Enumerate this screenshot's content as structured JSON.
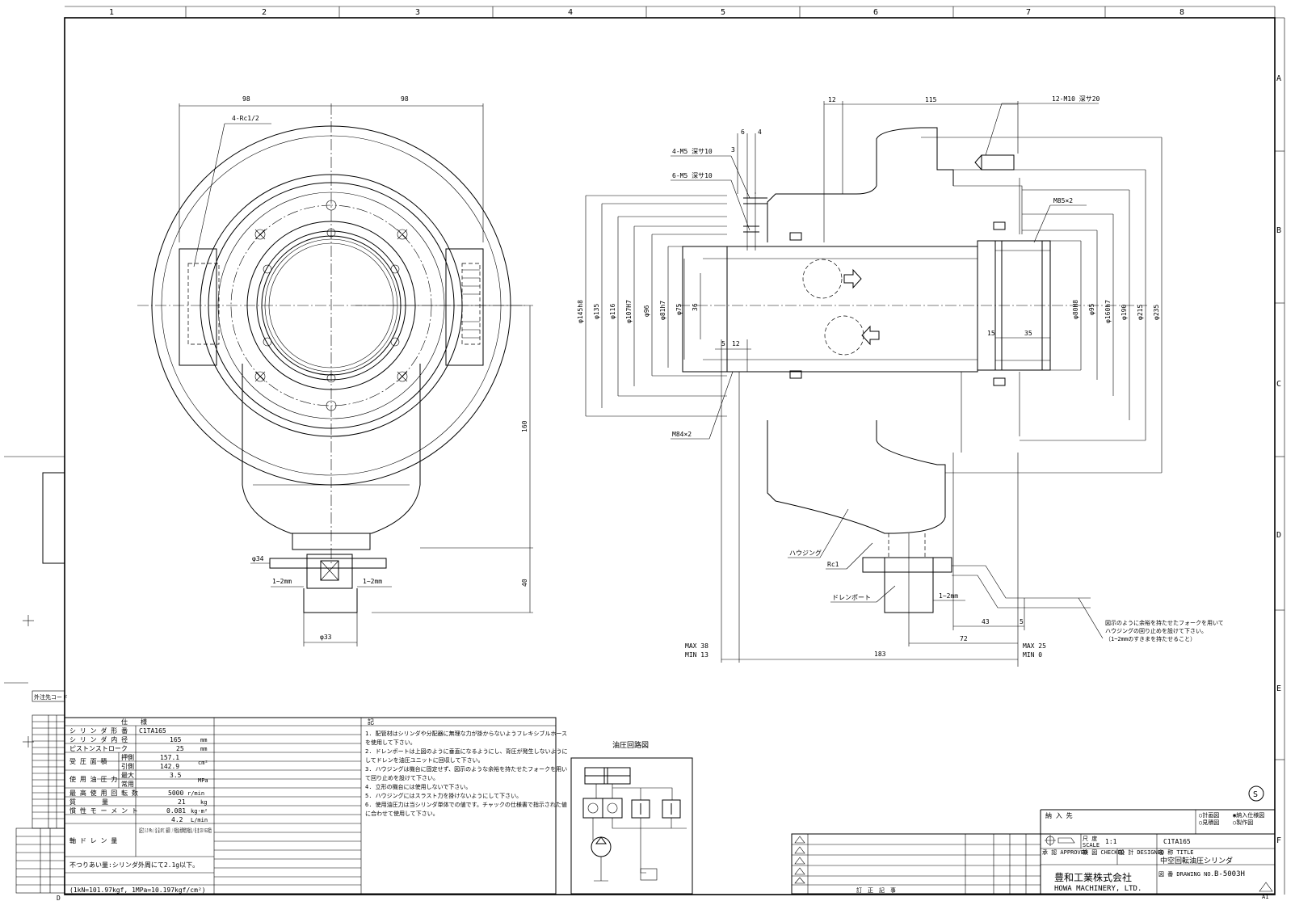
{
  "border": {
    "columns": [
      "1",
      "2",
      "3",
      "4",
      "5",
      "6",
      "7",
      "8"
    ],
    "rows": [
      "A",
      "B",
      "C",
      "D",
      "E",
      "F"
    ]
  },
  "front_view": {
    "dims": {
      "left_98": "98",
      "right_98": "98",
      "port": "4-Rc1/2",
      "h160": "160",
      "h40": "40",
      "d34": "φ34",
      "d33": "φ33",
      "gap_left": "1~2mm",
      "gap_right": "1~2mm"
    }
  },
  "side_view": {
    "dims": {
      "d12": "12",
      "d115": "115",
      "tap": "12-M10 深サ20",
      "d6": "6",
      "d4": "4",
      "d3": "3",
      "m5a": "4-M5 深サ10",
      "m5b": "6-M5 深サ10",
      "m85": "M85×2",
      "m84": "M84×2",
      "d145": "φ145h8",
      "d135": "φ135",
      "d116": "φ116",
      "d107": "φ107H7",
      "d96": "φ96",
      "d81": "φ81h7",
      "d75": "φ75",
      "d36": "36",
      "d80": "φ80H8",
      "d95": "φ95",
      "d160": "φ160h7",
      "d190": "φ190",
      "d215": "φ215",
      "d235": "φ235",
      "d5": "5",
      "d12b": "12",
      "d15": "15",
      "d35": "35",
      "housing": "ハウジング",
      "rc1": "Rc1",
      "drain": "ドレンポート",
      "gap": "1~2mm",
      "d43": "43",
      "d5b": "5",
      "d72": "72",
      "d183": "183",
      "max38": "MAX 38",
      "min13": "MIN 13",
      "max25": "MAX 25",
      "min0": "MIN  0",
      "note1": "図示のように余裕を持たせたフォークを用いて",
      "note2": "ハウジングの回り止めを設けて下さい。",
      "note3": "（1~2mmのすきまを持たせること）"
    }
  },
  "spec_table": {
    "header_left": "仕　　様",
    "header_right": "記",
    "rows": [
      {
        "label": "シ リ ン ダ 形 番",
        "sub": "",
        "value": "C1TA165",
        "unit": ""
      },
      {
        "label": "シ リ ン ダ 内 径",
        "sub": "",
        "value": "165",
        "unit": "mm"
      },
      {
        "label": "ピストンストローク",
        "sub": "",
        "value": "25",
        "unit": "mm"
      },
      {
        "label": "受 圧 面 積",
        "sub": "押側",
        "value": "157.1",
        "unit": "cm²"
      },
      {
        "label": "",
        "sub": "引側",
        "value": "142.9",
        "unit": ""
      },
      {
        "label": "使 用 油 圧 力",
        "sub": "最大",
        "value": "3.5",
        "unit": "MPa"
      },
      {
        "label": "",
        "sub": "常用",
        "value": "",
        "unit": ""
      },
      {
        "label": "最 高 使 用 回 転 数",
        "sub": "",
        "value": "5000",
        "unit": "r/min"
      },
      {
        "label": "質　　　　量",
        "sub": "",
        "value": "21",
        "unit": "kg"
      },
      {
        "label": "慣 性 モ ー メ ン ト",
        "sub": "",
        "value": "0.081",
        "unit": "kg·m²"
      },
      {
        "label": "",
        "sub": "",
        "value": "4.2",
        "unit": "L/min"
      },
      {
        "label": "軸 ド レ ン 量",
        "sub": "",
        "value": "油圧力:3.5 MPa / 油 温:50℃ (最高) / 作動油:耐摩耗性作動油 / 粘 度:ISO VG32相当",
        "unit": ""
      },
      {
        "label": "不つりあい量:シリンダ外周にて2.1g以下。",
        "sub": "",
        "value": "",
        "unit": ""
      }
    ],
    "footer": "(1kN=101.97kgf, 1MPa=10.197kgf/cm²)"
  },
  "notes": [
    "1. 配管材はシリンダや分配器に無理な力が掛からないようフレキシブルホース",
    "   を使用して下さい。",
    "2. ドレンポートは上図のように垂直になるようにし、背圧が発生しないように",
    "   してドレンを油圧ユニットに回収して下さい。",
    "3. ハウジングは機台に固定せず、図示のような余裕を持たせたフォークを用い",
    "   て回り止めを設けて下さい。",
    "4. 立形の機台には使用しないで下さい。",
    "5. ハウジングにはスラスト力を掛けないようにして下さい。",
    "6. 使用油圧力は当シリンダ単体での値です。チャックの仕様書で指示された値",
    "   に合わせて使用して下さい。"
  ],
  "hydraulic": {
    "title": "油圧回路図"
  },
  "side_strip": {
    "title": "外注先コード"
  },
  "title_block": {
    "delivery": "納 入 先",
    "opt1": "○計画図",
    "opt2": "◉納入仕様図",
    "opt3": "○見積図",
    "opt4": "○製作図",
    "scale_label": "尺 度",
    "scale_sub": "SCALE",
    "scale": "1:1",
    "approved": "承 認 APPROVED",
    "checked": "検 図 CHECKED",
    "designed": "設 計 DESIGNED",
    "name_label": "名 称 TITLE",
    "code": "C1TA165",
    "title": "中空回転油圧シリンダ",
    "company": "豊和工業株式会社",
    "company_en": "HOWA MACHINERY, LTD.",
    "drawing_label": "図 番 DRAWING NO.",
    "drawing_no": "B-5003H",
    "sheet": "A1",
    "rev_header": "訂　正　記　事",
    "s_mark": "S",
    "d_mark": "D"
  }
}
